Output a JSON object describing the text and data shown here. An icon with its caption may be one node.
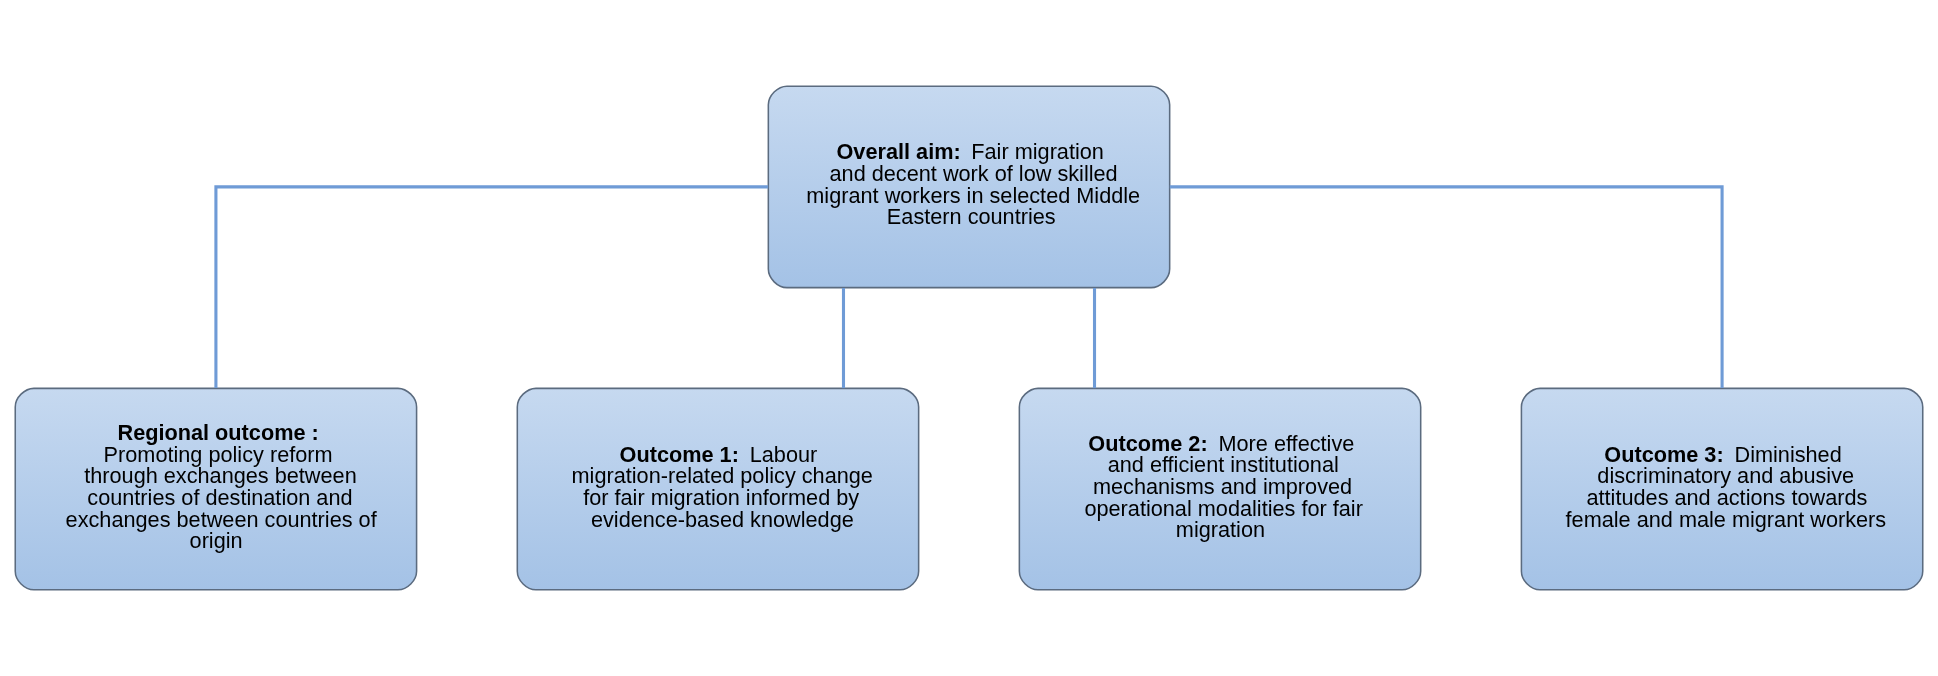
{
  "diagram": {
    "nodes": [
      {
        "text": [
          "**Overall aim:** Fair migration and decent work of low skilled migrant workers in selected Middle Eastern countries"
        ]
      },
      {
        "text": [
          "**Regional outcome :** Promoting policy reform through exchanges between countries of destination and exchanges between countries of origin"
        ]
      },
      {
        "text": [
          "**Outcome 1:** Labour migration-related policy change for fair migration informed by evidence-based knowledge"
        ]
      },
      {
        "text": [
          "**Outcome 2:** More effective and efficient institutional mechanisms and improved operational modalities for fair migration"
        ]
      },
      {
        "text": [
          "**Outcome 3:** Diminished discriminatory and abusive attitudes and actions towards female and male migrant workers"
        ]
      }
    ],
    "edges": [
      {
        "from": 0,
        "to": 1,
        "arrow": "none"
      },
      {
        "from": 0,
        "to": 2,
        "arrow": "none"
      },
      {
        "from": 0,
        "to": 3,
        "arrow": "none"
      },
      {
        "from": 0,
        "to": 4,
        "arrow": "none"
      }
    ]
  }
}
